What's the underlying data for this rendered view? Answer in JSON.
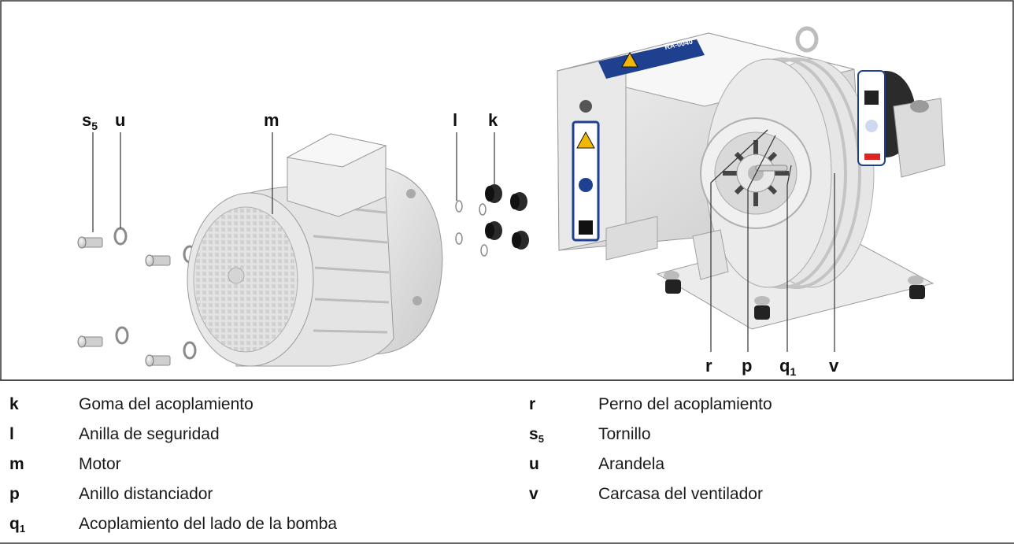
{
  "figure": {
    "callouts": {
      "s": "s",
      "s_sub": "5",
      "u": "u",
      "m": "m",
      "l": "l",
      "k": "k",
      "r": "r",
      "p": "p",
      "q": "q",
      "q_sub": "1",
      "v": "v"
    },
    "pump_plate_text": "RA-0040"
  },
  "legend": {
    "left": [
      {
        "letter": "k",
        "sub": "",
        "text": "Goma del acoplamiento"
      },
      {
        "letter": "l",
        "sub": "",
        "text": "Anilla de seguridad"
      },
      {
        "letter": "m",
        "sub": "",
        "text": "Motor"
      },
      {
        "letter": "p",
        "sub": "",
        "text": "Anillo distanciador"
      },
      {
        "letter": "q",
        "sub": "1",
        "text": "Acoplamiento del lado de la bomba"
      }
    ],
    "right": [
      {
        "letter": "r",
        "sub": "",
        "text": "Perno del acoplamiento"
      },
      {
        "letter": "s",
        "sub": "5",
        "text": "Tornillo"
      },
      {
        "letter": "u",
        "sub": "",
        "text": "Arandela"
      },
      {
        "letter": "v",
        "sub": "",
        "text": "Carcasa del ventilador"
      }
    ]
  },
  "colors": {
    "frame": "#333333",
    "part_light": "#e6e6e6",
    "part_mid": "#cfcfcf",
    "part_dark": "#9a9a9a",
    "rubber": "#1c1c1c",
    "warning_yellow": "#f2b705",
    "label_blue": "#1f3f8f"
  }
}
